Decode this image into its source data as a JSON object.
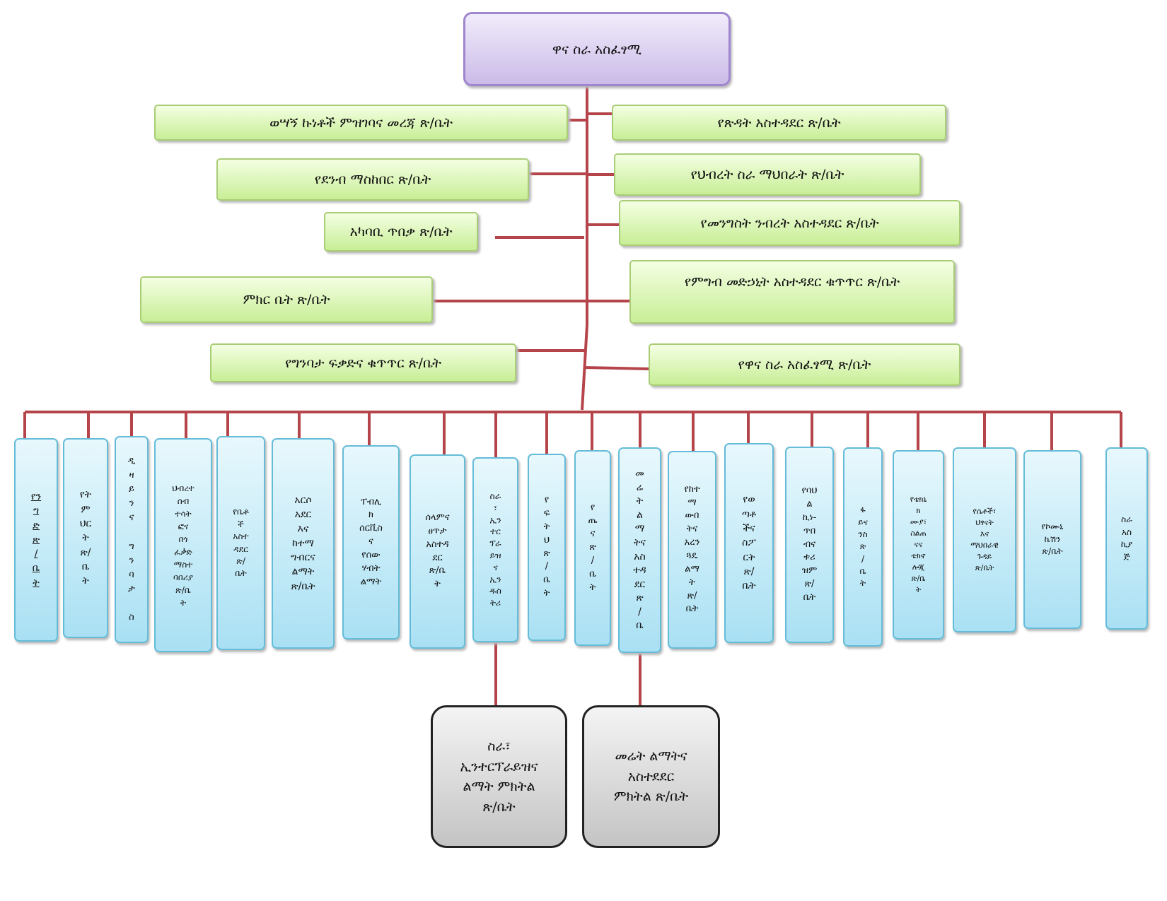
{
  "diagram": {
    "head": "ዋና ስራ አስፈፃሚ",
    "left_offices": [
      "ወሣኝ ኩነቶች ምዝገባና መረጃ ጽ/ቤት",
      "የደንብ ማስከበር ጽ/ቤት",
      "አካባቢ ጥበቃ ጽ/ቤት",
      "ምክር ቤት ጽ/ቤት",
      "የግንባታ ፍቃድና ቁጥጥር ጽ/ቤት"
    ],
    "right_offices": [
      "የጽዳት አስተዳደር ጽ/ቤት",
      "የህብረት ስራ ማህበራት ጽ/ቤት",
      "የመንግስት ንብረት አስተዳደር ጽ/ቤት",
      "የምግብ መድኃኒት አስተዳደር ቁጥጥር ጽ/ቤት",
      "የዋና ስራ አስፈፃሚ ጽ/ቤት"
    ],
    "sector_offices": [
      "የን\nግ\nድ\nጽ\n/\nቤ\nት",
      "የት\nም\nህር\nት\nጽ/\nቤ\nት",
      "ዲ\nዛ\nይ\nን\nና\n\nግ\nን\nባ\nታ\n\nስ",
      "ህብረተ\nሰብ\nተሳት\nፎና\nበጎ\nፈቃድ\nማስተ\nባበሪያ\nጽ/ቤ\nት",
      "የቤቶ\nች\nአስተ\nዳደር\nጽ/\nቤት",
      "አርሶ\nአደር\nእና\nከተማ\nግብርና\nልማት\nጽ/ቤት",
      "ፐብሊ\nክ\nሰርቪስ\nና\nየሰው\nሃብት\nልማት",
      "ሰላምና\nፀጥታ\nአስተዳ\nደር\nጽ/ቤ\nት",
      "ስራ\n፣\nኢን\nተር\nፕራ\nይዝ\nና\nኢን\nዱስ\nትሪ",
      "የ\nፍ\nት\nህ\nጽ\n/\nቤ\nት",
      "የ\nጤ\nና\nጽ\n/\nቤ\nት",
      "መ\nሬ\nት\nል\nማ\nትና\nአስ\nተዳ\nደር\nጽ\n/\nቤ",
      "የከተ\nማ\nውበ\nትና\nአረን\nጓዴ\nልማ\nት\nጽ/\nቤት",
      "የወ\nጣቶ\nችና\nስፖ\nርት\nጽ/\nቤት",
      "የባህ\nል\nኪነ-\nጥበ\nብና\nቱሪ\nዝም\nጽ/\nቤት",
      "ፋ\nይና\nንስ\nጽ\n/\nቤ\nት",
      "የቴክኒ\nክ\nሙያ፣\nስልጠ\nናና\nቴክኖ\nሎጂ\nጽ/ቤ\nት",
      "የሴቶች፣\nህፃናት\nእና\nማህበራዊ\nጉዳይ\nጽ/ቤት",
      "የኮሙኒ\nኬሽን\nጽ/ቤት",
      "ስራ\nአስ\nኪያ\nጅ"
    ],
    "deputy_offices": [
      "ስራ፣\nኢንተርፕራይዝና\nልማት ምክትል\nጽ/ቤት",
      "መሬት ልማትና\nአስተደደር\nምክትል ጽ/ቤት"
    ]
  },
  "colors": {
    "connector": "#b5454a",
    "head_fill": "#d9cdf1",
    "green_fill": "#d9f5b4",
    "blue_fill": "#c3eaf7",
    "grey_fill": "#d6d6d6"
  }
}
